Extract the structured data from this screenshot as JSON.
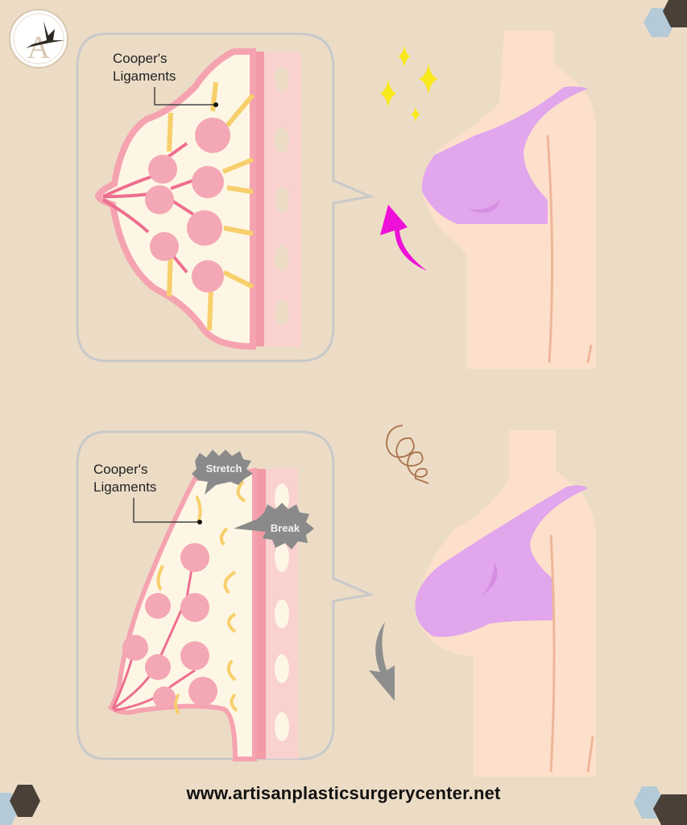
{
  "logo": {
    "letter": "A",
    "description": "bird-over-letter-A emblem"
  },
  "top_panel": {
    "label_line1": "Cooper's",
    "label_line2": "Ligaments",
    "state": "supported",
    "arrow_direction": "up",
    "effect_icon": "sparkles"
  },
  "bottom_panel": {
    "label_line1": "Cooper's",
    "label_line2": "Ligaments",
    "burst_stretch": "Stretch",
    "burst_break": "Break",
    "state": "sagging",
    "arrow_direction": "down",
    "effect_icon": "tangled-scribble"
  },
  "footer": {
    "url": "www.artisanplasticsurgerycenter.net"
  },
  "colors": {
    "background": "#ecdcc6",
    "skin": "#fde0cb",
    "bra": "#e1a6ec",
    "breast_outline": "#f5a3b0",
    "lobules": "#f4a7b4",
    "ligaments": "#f7cf6b",
    "panel_border": "#c9c9c9",
    "arrow_up": "#ee10d8",
    "arrow_down": "#8e8e8e",
    "sparkle": "#f9e81c",
    "hex_dark": "#4a4037",
    "hex_light": "#b4cad6"
  }
}
